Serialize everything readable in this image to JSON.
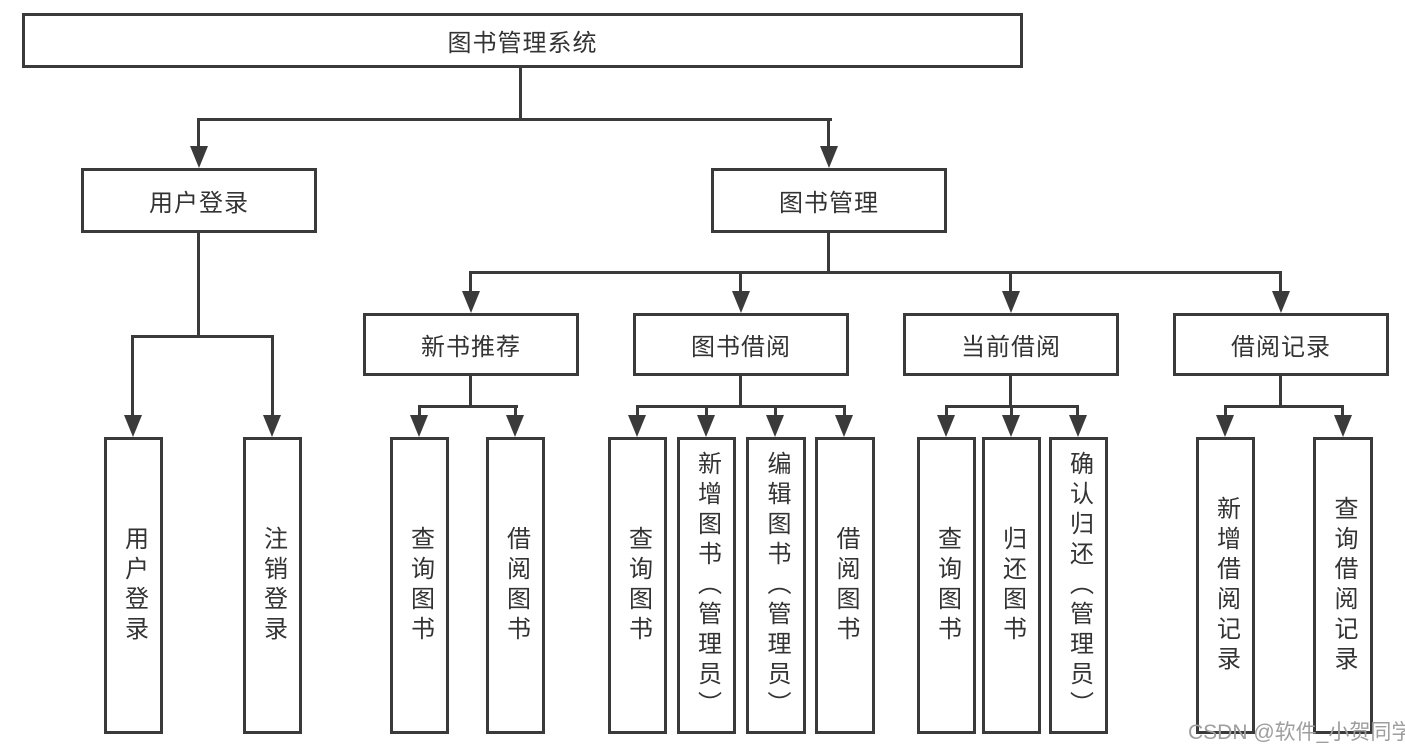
{
  "tree": {
    "root": {
      "label": "图书管理系统"
    },
    "level2": [
      {
        "label": "用户登录",
        "children": [
          {
            "label": "用户登录"
          },
          {
            "label": "注销登录"
          }
        ]
      },
      {
        "label": "图书管理",
        "children": [
          {
            "label": "新书推荐",
            "children": [
              {
                "label": "查询图书"
              },
              {
                "label": "借阅图书"
              }
            ]
          },
          {
            "label": "图书借阅",
            "children": [
              {
                "label": "查询图书"
              },
              {
                "label": "新增图书（管理员）"
              },
              {
                "label": "编辑图书（管理员）"
              },
              {
                "label": "借阅图书"
              }
            ]
          },
          {
            "label": "当前借阅",
            "children": [
              {
                "label": "查询图书"
              },
              {
                "label": "归还图书"
              },
              {
                "label": "确认归还（管理员）"
              }
            ]
          },
          {
            "label": "借阅记录",
            "children": [
              {
                "label": "新增借阅记录"
              },
              {
                "label": "查询借阅记录"
              }
            ]
          }
        ]
      }
    ]
  },
  "watermark": {
    "text": "CSDN @软件_小贺同学"
  },
  "colors": {
    "line": "#3a3a3a",
    "box_border": "#3a3a3a",
    "text": "#333333",
    "watermark": "#9e9e9e",
    "background": "#ffffff"
  }
}
